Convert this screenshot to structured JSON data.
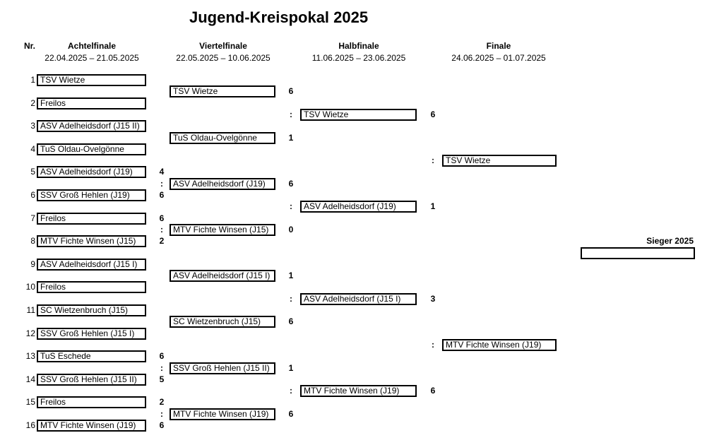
{
  "title": "Jugend-Kreispokal 2025",
  "columns": {
    "nr": "Nr.",
    "r16": {
      "label": "Achtelfinale",
      "dates": "22.04.2025 – 21.05.2025"
    },
    "qf": {
      "label": "Viertelfinale",
      "dates": "22.05.2025 – 10.06.2025"
    },
    "sf": {
      "label": "Halbfinale",
      "dates": "11.06.2025 – 23.06.2025"
    },
    "final": {
      "label": "Finale",
      "dates": "24.06.2025 – 01.07.2025"
    }
  },
  "r16": [
    {
      "nr": "1",
      "team": "TSV Wietze"
    },
    {
      "nr": "2",
      "team": "Freilos"
    },
    {
      "nr": "3",
      "team": "ASV Adelheidsdorf (J15 II)"
    },
    {
      "nr": "4",
      "team": "TuS Oldau-Ovelgönne"
    },
    {
      "nr": "5",
      "team": "ASV Adelheidsdorf (J19)"
    },
    {
      "nr": "6",
      "team": "SSV Groß Hehlen (J19)"
    },
    {
      "nr": "7",
      "team": "Freilos"
    },
    {
      "nr": "8",
      "team": "MTV Fichte Winsen (J15)"
    },
    {
      "nr": "9",
      "team": "ASV Adelheidsdorf (J15 I)"
    },
    {
      "nr": "10",
      "team": "Freilos"
    },
    {
      "nr": "11",
      "team": "SC Wietzenbruch (J15)"
    },
    {
      "nr": "12",
      "team": "SSV Groß Hehlen (J15 I)"
    },
    {
      "nr": "13",
      "team": "TuS Eschede"
    },
    {
      "nr": "14",
      "team": "SSV Groß Hehlen (J15 II)"
    },
    {
      "nr": "15",
      "team": "Freilos"
    },
    {
      "nr": "16",
      "team": "MTV Fichte Winsen (J19)"
    }
  ],
  "r16_scores": [
    {
      "match": 2,
      "home": "4",
      "away": "6"
    },
    {
      "match": 3,
      "home": "6",
      "away": "2"
    },
    {
      "match": 6,
      "home": "6",
      "away": "5"
    },
    {
      "match": 7,
      "home": "2",
      "away": "6"
    }
  ],
  "qf": [
    "TSV Wietze",
    "TuS Oldau-Ovelgönne",
    "ASV Adelheidsdorf (J19)",
    "MTV Fichte Winsen (J15)",
    "ASV Adelheidsdorf (J15 I)",
    "SC Wietzenbruch (J15)",
    "SSV Groß Hehlen (J15 II)",
    "MTV Fichte Winsen (J19)"
  ],
  "qf_scores": [
    {
      "home": "6",
      "away": "1"
    },
    {
      "home": "6",
      "away": "0"
    },
    {
      "home": "1",
      "away": "6"
    },
    {
      "home": "1",
      "away": "6"
    }
  ],
  "sf": [
    "TSV Wietze",
    "ASV Adelheidsdorf (J19)",
    "ASV Adelheidsdorf (J15 I)",
    "MTV Fichte Winsen (J19)"
  ],
  "sf_scores": [
    {
      "home": "6",
      "away": "1"
    },
    {
      "home": "3",
      "away": "6"
    }
  ],
  "final": [
    "TSV Wietze",
    "MTV Fichte Winsen (J19)"
  ],
  "final_score": {
    "home": "",
    "away": ""
  },
  "winner": {
    "label": "Sieger 2025",
    "team": ""
  },
  "separator": ":"
}
